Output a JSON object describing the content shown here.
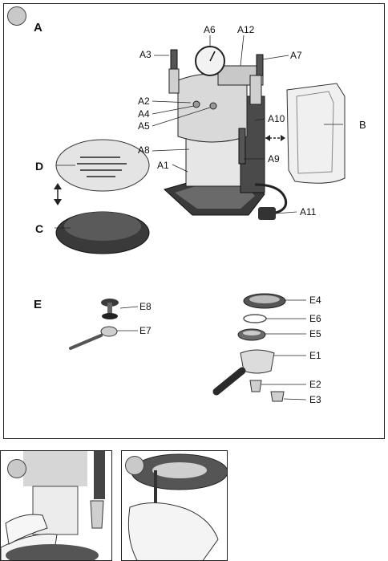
{
  "sections": {
    "a": "A",
    "e": "E"
  },
  "labels": {
    "a1": "A1",
    "a2": "A2",
    "a3": "A3",
    "a4": "A4",
    "a5": "A5",
    "a6": "A6",
    "a7": "A7",
    "a8": "A8",
    "a9": "A9",
    "a10": "A10",
    "a11": "A11",
    "a12": "A12",
    "b": "B",
    "c": "C",
    "d": "D",
    "e1": "E1",
    "e2": "E2",
    "e3": "E3",
    "e4": "E4",
    "e5": "E5",
    "e6": "E6",
    "e7": "E7",
    "e8": "E8"
  },
  "icons": {
    "step_badge": "step-circle-icon",
    "updown_arrow": "up-down-arrow-icon",
    "leftright_arrow": "left-right-arrow-icon"
  },
  "colors": {
    "badge": "#c9c9c9",
    "metal": "#d8d8d8",
    "dark": "#3a3a3a"
  }
}
